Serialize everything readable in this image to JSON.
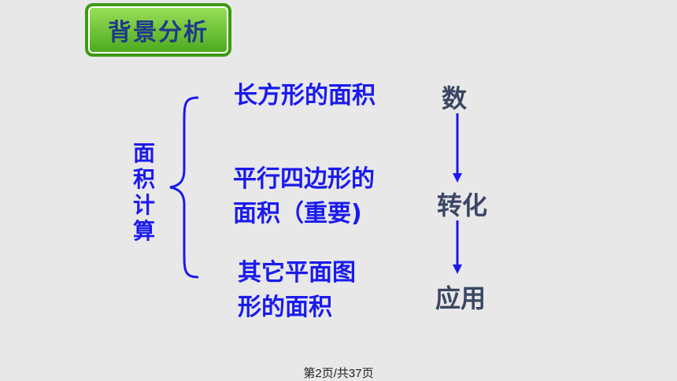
{
  "title": "背景分析",
  "vertical_label": [
    "面",
    "积",
    "计",
    "算"
  ],
  "items": {
    "item1": [
      "长方形的面积"
    ],
    "item2": [
      "平行四边形的",
      "面积（重要)"
    ],
    "item3": [
      "其它平面图",
      "形的面积"
    ]
  },
  "right_words": [
    "数",
    "转化",
    "应用"
  ],
  "footer": "第2页/共37页",
  "colors": {
    "title_bg": "#5cbd28",
    "title_text": "#1f3a8a",
    "blue_text": "#1a1aee",
    "gray_text": "#3b4664"
  }
}
